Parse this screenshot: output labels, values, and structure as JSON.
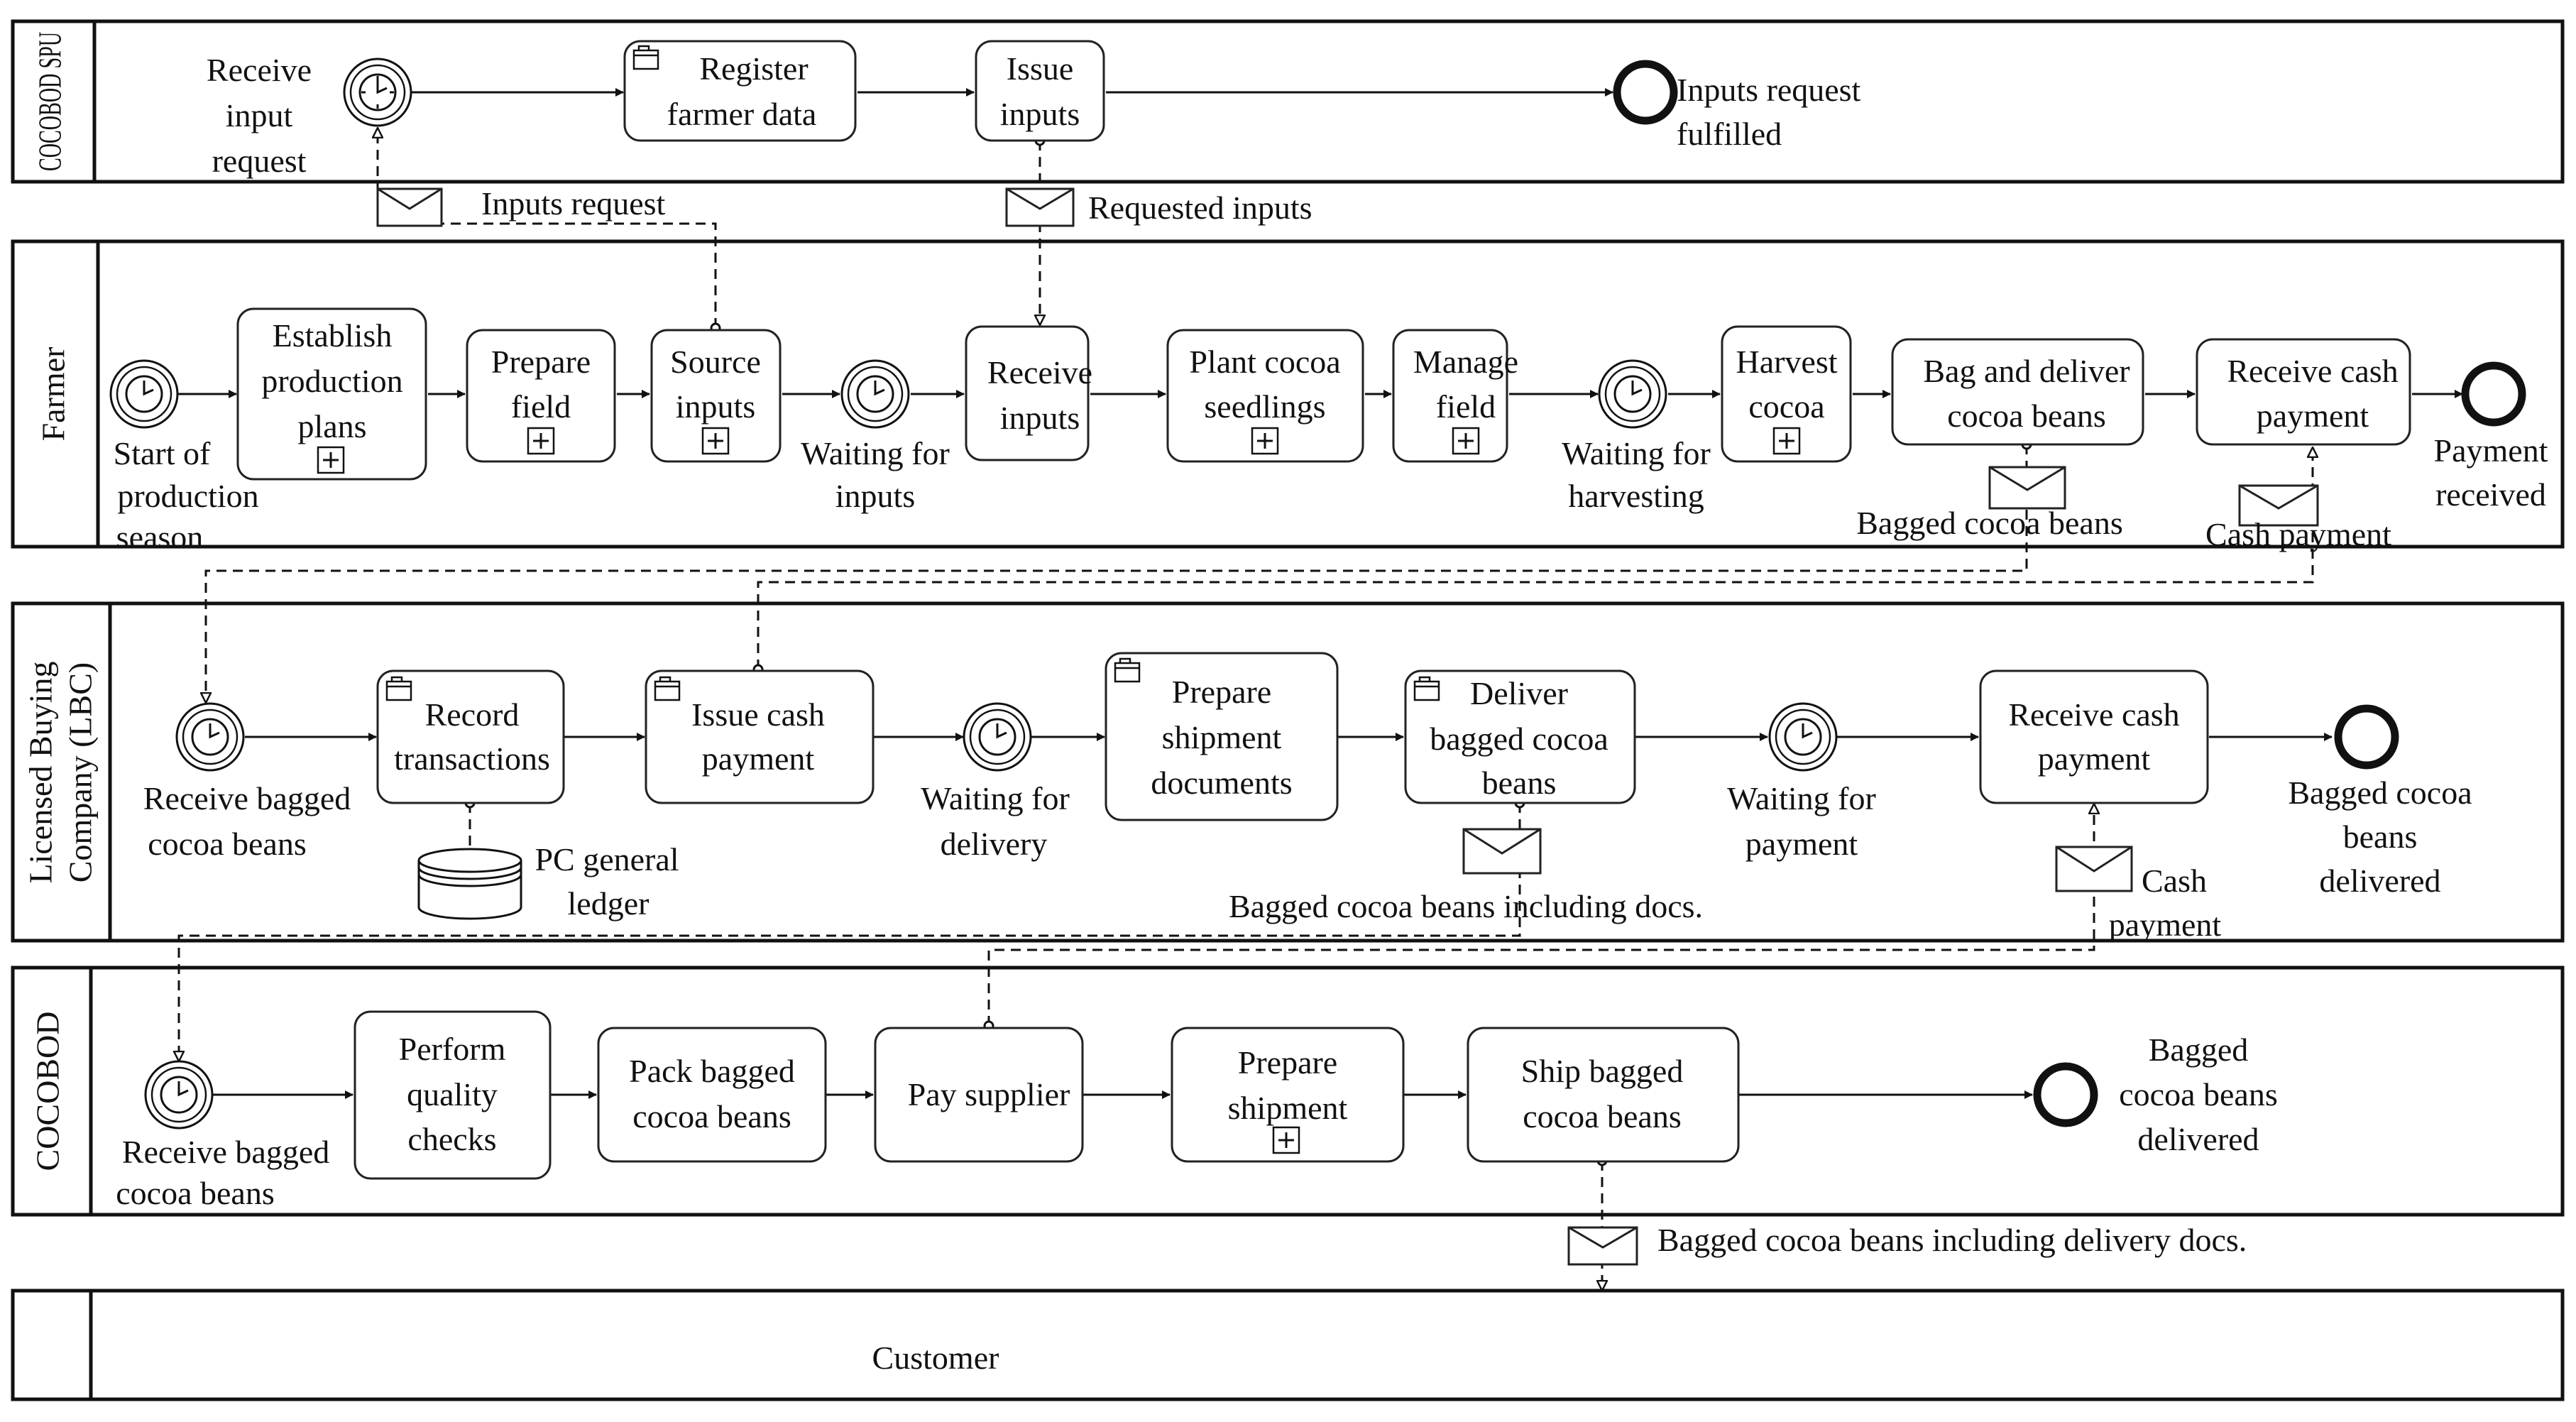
{
  "pools": {
    "cocobod_spu": "COCOBOD SPU",
    "farmer": "Farmer",
    "lbc_line1": "Licensed Buying",
    "lbc_line2": "Company (LBC)",
    "cocobod": "COCOBOD",
    "customer": "Customer"
  },
  "spu": {
    "receive_input_request": [
      "Receive",
      "input",
      "request"
    ],
    "register_farmer_data": [
      "Register",
      "farmer data"
    ],
    "issue_inputs": [
      "Issue",
      "inputs"
    ],
    "inputs_request_fulfilled": [
      "Inputs request",
      "fulfilled"
    ]
  },
  "farmer": {
    "start_of_production_season": [
      "Start of",
      "production",
      "season"
    ],
    "establish_production_plans": [
      "Establish",
      "production",
      "plans"
    ],
    "prepare_field": [
      "Prepare",
      "field"
    ],
    "source_inputs": [
      "Source",
      "inputs"
    ],
    "waiting_for_inputs": [
      "Waiting for",
      "inputs"
    ],
    "receive_inputs": [
      "Receive",
      "inputs"
    ],
    "plant_cocoa_seedlings": [
      "Plant cocoa",
      "seedlings"
    ],
    "manage_field": [
      "Manage",
      "field"
    ],
    "waiting_for_harvesting": [
      "Waiting for",
      "harvesting"
    ],
    "harvest_cocoa": [
      "Harvest",
      "cocoa"
    ],
    "bag_and_deliver": [
      "Bag and deliver",
      "cocoa beans"
    ],
    "receive_cash_payment": [
      "Receive cash",
      "payment"
    ],
    "payment_received": [
      "Payment",
      "received"
    ]
  },
  "lbc": {
    "receive_bagged_cocoa_beans": [
      "Receive bagged",
      "cocoa beans"
    ],
    "record_transactions": [
      "Record",
      "transactions"
    ],
    "pc_general_ledger": [
      "PC general",
      "ledger"
    ],
    "issue_cash_payment": [
      "Issue cash",
      "payment"
    ],
    "waiting_for_delivery": [
      "Waiting for",
      "delivery"
    ],
    "prepare_shipment_documents": [
      "Prepare",
      "shipment",
      "documents"
    ],
    "deliver_bagged_cocoa_beans": [
      "Deliver",
      "bagged cocoa",
      "beans"
    ],
    "waiting_for_payment": [
      "Waiting for",
      "payment"
    ],
    "receive_cash_payment": [
      "Receive cash",
      "payment"
    ],
    "bagged_cocoa_beans_delivered": [
      "Bagged cocoa",
      "beans",
      "delivered"
    ]
  },
  "cocobod": {
    "receive_bagged_cocoa_beans": [
      "Receive bagged",
      "cocoa beans"
    ],
    "perform_quality_checks": [
      "Perform",
      "quality",
      "checks"
    ],
    "pack_bagged_cocoa_beans": [
      "Pack bagged",
      "cocoa beans"
    ],
    "pay_supplier": [
      "Pay supplier"
    ],
    "prepare_shipment": [
      "Prepare",
      "shipment"
    ],
    "ship_bagged_cocoa_beans": [
      "Ship bagged",
      "cocoa beans"
    ],
    "bagged_cocoa_beans_delivered": [
      "Bagged",
      "cocoa beans",
      "delivered"
    ]
  },
  "messages": {
    "inputs_request": "Inputs request",
    "requested_inputs": "Requested inputs",
    "bagged_cocoa_beans": "Bagged cocoa beans",
    "cash_payment_farmer": "Cash payment",
    "bagged_incl_docs": "Bagged cocoa beans including docs.",
    "cash_payment_lbc": [
      "Cash",
      "payment"
    ],
    "bagged_incl_delivery_docs": "Bagged cocoa beans including delivery docs."
  }
}
